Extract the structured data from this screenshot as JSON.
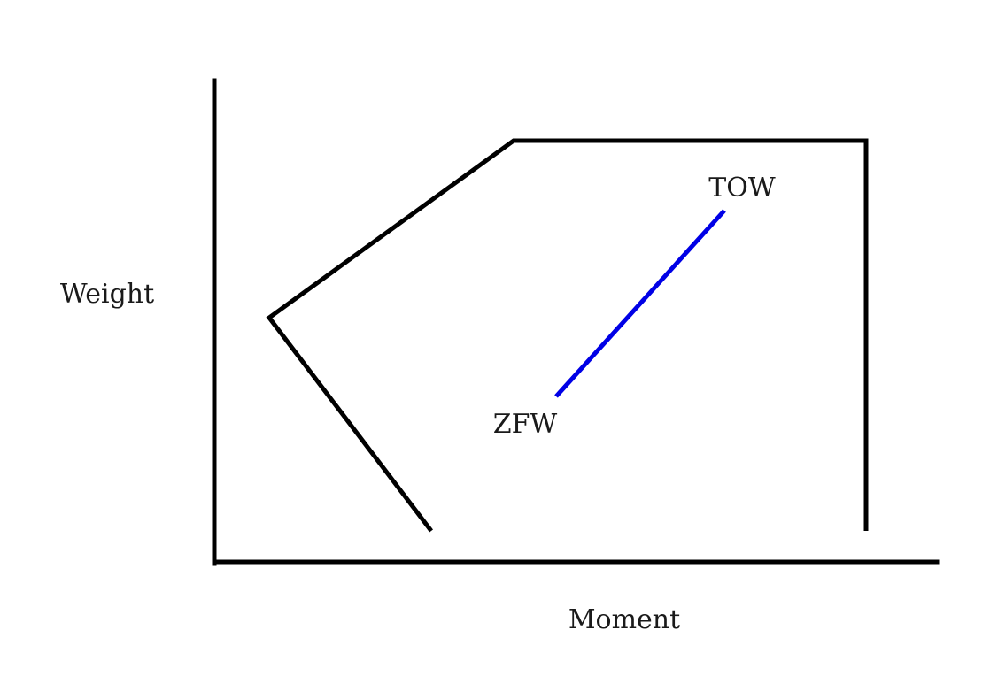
{
  "diagram": {
    "y_axis_label": "Weight",
    "x_axis_label": "Moment",
    "envelope_color": "#000000",
    "cg_line_color": "#0000e6",
    "points": {
      "start": "ZFW",
      "end": "TOW"
    }
  }
}
